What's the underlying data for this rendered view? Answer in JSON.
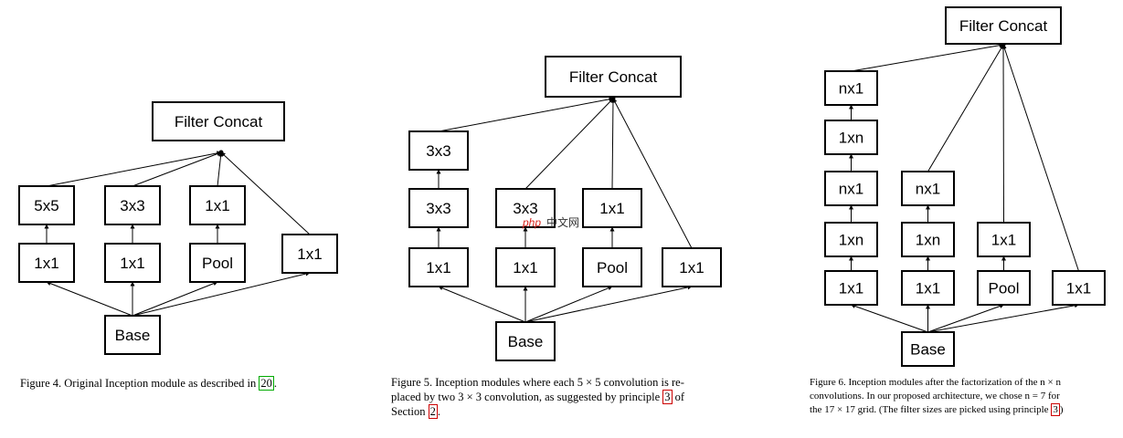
{
  "figures": [
    {
      "id": "fig4",
      "nodes": [
        {
          "id": "concat",
          "label": "Filter Concat"
        },
        {
          "id": "c5x5",
          "label": "5x5"
        },
        {
          "id": "c3x3",
          "label": "3x3"
        },
        {
          "id": "c1x1a",
          "label": "1x1"
        },
        {
          "id": "r1",
          "label": "1x1"
        },
        {
          "id": "r2",
          "label": "1x1"
        },
        {
          "id": "pool",
          "label": "Pool"
        },
        {
          "id": "c1x1b",
          "label": "1x1"
        },
        {
          "id": "base",
          "label": "Base"
        }
      ],
      "edges": [
        [
          "base",
          "r1"
        ],
        [
          "base",
          "r2"
        ],
        [
          "base",
          "pool"
        ],
        [
          "base",
          "c1x1b"
        ],
        [
          "r1",
          "c5x5"
        ],
        [
          "r2",
          "c3x3"
        ],
        [
          "pool",
          "c1x1a"
        ],
        [
          "c5x5",
          "concat"
        ],
        [
          "c3x3",
          "concat"
        ],
        [
          "c1x1a",
          "concat"
        ],
        [
          "c1x1b",
          "concat"
        ]
      ],
      "caption": {
        "pre": "Figure 4. Original Inception module as described in ",
        "ref": "20",
        "post": "."
      }
    },
    {
      "id": "fig5",
      "nodes": [
        {
          "id": "concat",
          "label": "Filter Concat"
        },
        {
          "id": "a3",
          "label": "3x3"
        },
        {
          "id": "a2",
          "label": "3x3"
        },
        {
          "id": "a1",
          "label": "1x1"
        },
        {
          "id": "b2",
          "label": "3x3"
        },
        {
          "id": "b1",
          "label": "1x1"
        },
        {
          "id": "c2",
          "label": "1x1"
        },
        {
          "id": "pool",
          "label": "Pool"
        },
        {
          "id": "d1",
          "label": "1x1"
        },
        {
          "id": "base",
          "label": "Base"
        }
      ],
      "edges": [
        [
          "base",
          "a1"
        ],
        [
          "base",
          "b1"
        ],
        [
          "base",
          "pool"
        ],
        [
          "base",
          "d1"
        ],
        [
          "a1",
          "a2"
        ],
        [
          "a2",
          "a3"
        ],
        [
          "b1",
          "b2"
        ],
        [
          "pool",
          "c2"
        ],
        [
          "a3",
          "concat"
        ],
        [
          "b2",
          "concat"
        ],
        [
          "c2",
          "concat"
        ],
        [
          "d1",
          "concat"
        ]
      ],
      "caption": {
        "line1": "Figure 5. Inception modules where each 5 × 5 convolution is re-",
        "line2_pre": "placed by two 3 × 3 convolution, as suggested by principle ",
        "line2_ref": "3",
        "line2_post": " of",
        "line3_pre": "Section ",
        "line3_ref": "2",
        "line3_post": "."
      }
    },
    {
      "id": "fig6",
      "nodes": [
        {
          "id": "concat",
          "label": "Filter Concat"
        },
        {
          "id": "a4",
          "label": "nx1"
        },
        {
          "id": "a3",
          "label": "1xn"
        },
        {
          "id": "a2",
          "label": "nx1"
        },
        {
          "id": "a1",
          "label": "1xn"
        },
        {
          "id": "a0",
          "label": "1x1"
        },
        {
          "id": "b2",
          "label": "nx1"
        },
        {
          "id": "b1",
          "label": "1xn"
        },
        {
          "id": "b0",
          "label": "1x1"
        },
        {
          "id": "c1",
          "label": "1x1"
        },
        {
          "id": "pool",
          "label": "Pool"
        },
        {
          "id": "d0",
          "label": "1x1"
        },
        {
          "id": "base",
          "label": "Base"
        }
      ],
      "edges": [
        [
          "base",
          "a0"
        ],
        [
          "base",
          "b0"
        ],
        [
          "base",
          "pool"
        ],
        [
          "base",
          "d0"
        ],
        [
          "a0",
          "a1"
        ],
        [
          "a1",
          "a2"
        ],
        [
          "a2",
          "a3"
        ],
        [
          "a3",
          "a4"
        ],
        [
          "b0",
          "b1"
        ],
        [
          "b1",
          "b2"
        ],
        [
          "pool",
          "c1"
        ],
        [
          "a4",
          "concat"
        ],
        [
          "b2",
          "concat"
        ],
        [
          "c1",
          "concat"
        ],
        [
          "d0",
          "concat"
        ]
      ],
      "caption": {
        "line1": "Figure 6. Inception modules after the factorization of the n × n",
        "line2": "convolutions. In our proposed architecture, we chose n = 7 for",
        "line3_pre": "the 17 × 17 grid. (The filter sizes are picked using principle ",
        "line3_ref": "3",
        "line3_post": ")"
      }
    }
  ],
  "watermark": {
    "part1": "php",
    "part2": "中文网"
  },
  "colors": {
    "stroke": "#000000",
    "ref_green": "#00aa00",
    "ref_red": "#cc0000",
    "watermark_red": "#d9251d",
    "watermark_dark": "#333333"
  }
}
